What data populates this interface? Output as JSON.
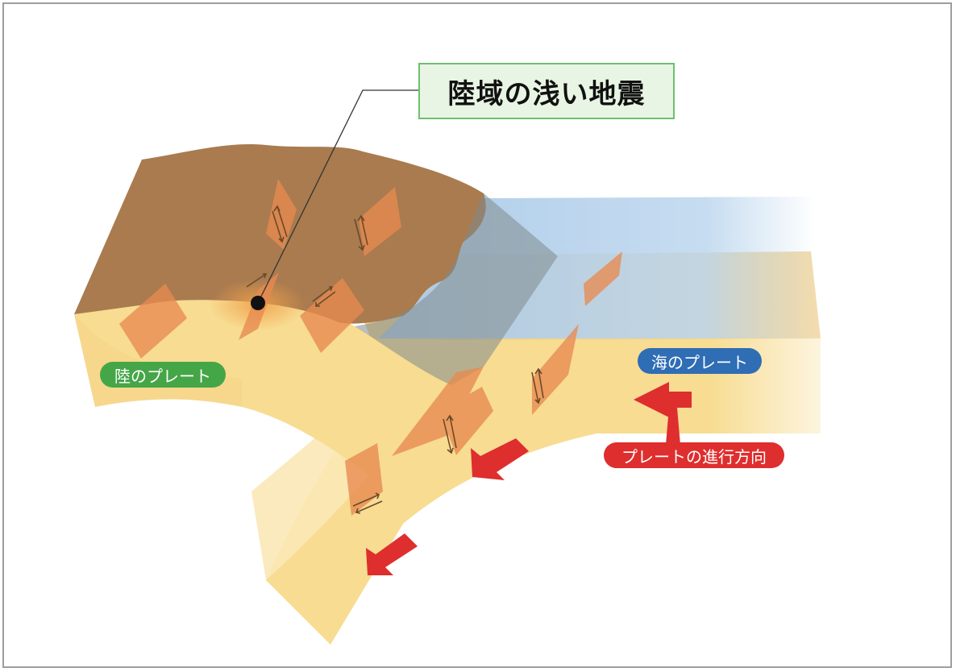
{
  "title": "陸域の浅い地震",
  "labels": {
    "land_plate": "陸のプレート",
    "sea_plate": "海のプレート",
    "direction": "プレートの進行方向"
  },
  "colors": {
    "land_surface": "#a97b4f",
    "plate": "#f7dc92",
    "sea": "#bcd6ee",
    "fault": "#e88a4f",
    "arrow": "#de2e2e",
    "land_label": "#45a647",
    "sea_label": "#2f6db5",
    "title_border": "#6fbf6f",
    "title_bg": "#e9f5e4"
  }
}
